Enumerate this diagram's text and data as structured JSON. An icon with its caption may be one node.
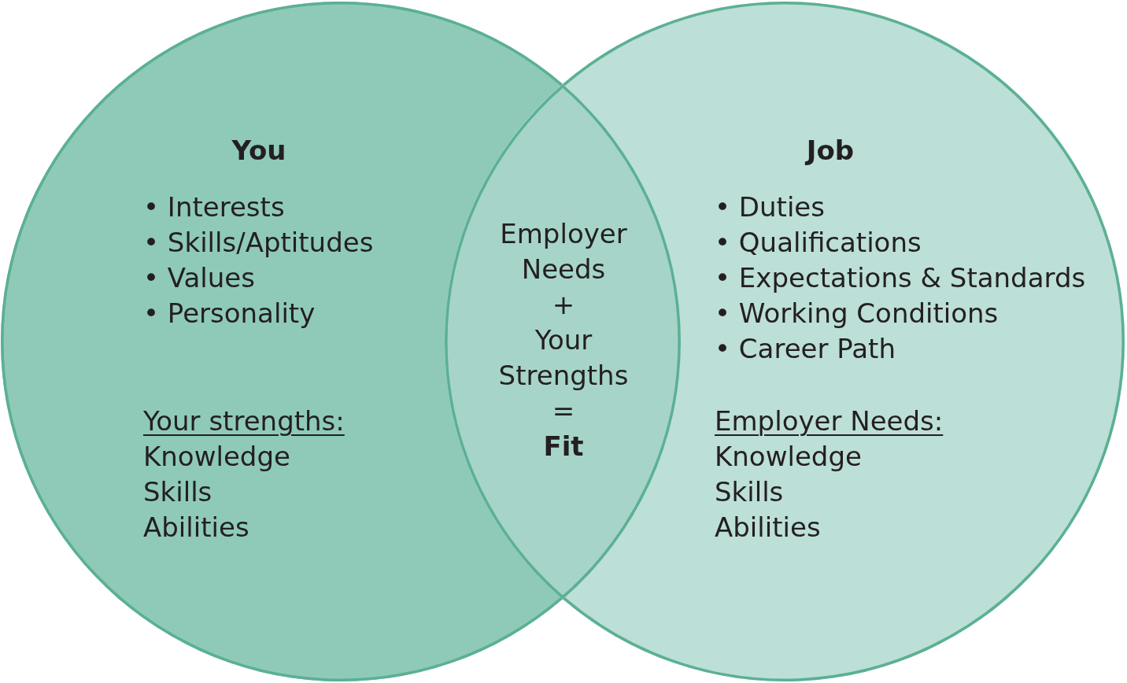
{
  "diagram": {
    "nodes": [
      {
        "text": [
          "You",
          "• Interests",
          "• Skills/Aptitudes",
          "• Values",
          "• Personality",
          "Your strengths:",
          "Knowledge",
          "Skills",
          "Abilities"
        ]
      },
      {
        "text": [
          "Job",
          "• Duties",
          "• Qualifications",
          "• Expectations & Standards",
          "• Working Conditions",
          "• Career Path",
          "Employer Needs:",
          "Knowledge",
          "Skills",
          "Abilities"
        ]
      },
      {
        "text": [
          "Employer Needs",
          "+",
          "Your Strengths",
          "=",
          "Fit"
        ]
      }
    ]
  }
}
